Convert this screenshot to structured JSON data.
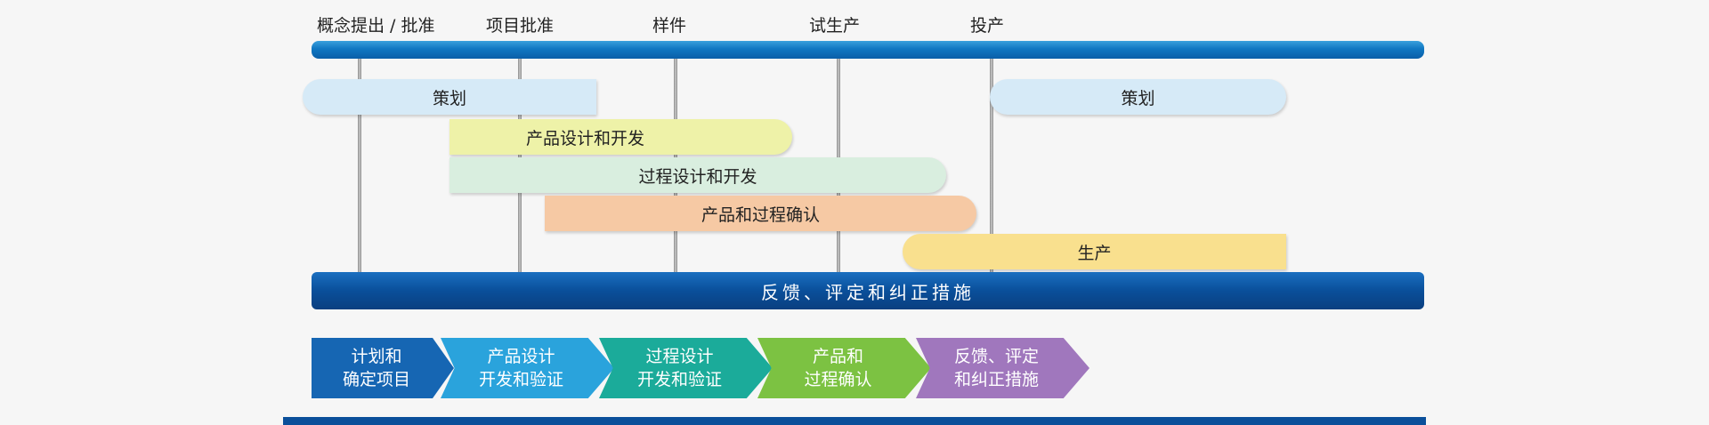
{
  "milestones": [
    "概念提出 / 批准",
    "项目批准",
    "样件",
    "试生产",
    "投产"
  ],
  "phases": {
    "planning_left": "策划",
    "planning_right": "策划",
    "product_design": "产品设计和开发",
    "process_design": "过程设计和开发",
    "validation": "产品和过程确认",
    "production": "生产"
  },
  "feedback": "反馈、评定和纠正措施",
  "steps": [
    {
      "line1": "计划和",
      "line2": "确定项目"
    },
    {
      "line1": "产品设计",
      "line2": "开发和验证"
    },
    {
      "line1": "过程设计",
      "line2": "开发和验证"
    },
    {
      "line1": "产品和",
      "line2": "过程确认"
    },
    {
      "line1": "反馈、评定",
      "line2": "和纠正措施"
    }
  ],
  "colors": {
    "planning": "#d6eaf7",
    "product_design": "#eef2a8",
    "process_design": "#d9eedf",
    "validation": "#f6c9a4",
    "production": "#f9e08e",
    "step1": "#1666b3",
    "step2": "#2aa3dc",
    "step3": "#1bab9a",
    "step4": "#7cc242",
    "step5": "#a077bd"
  }
}
